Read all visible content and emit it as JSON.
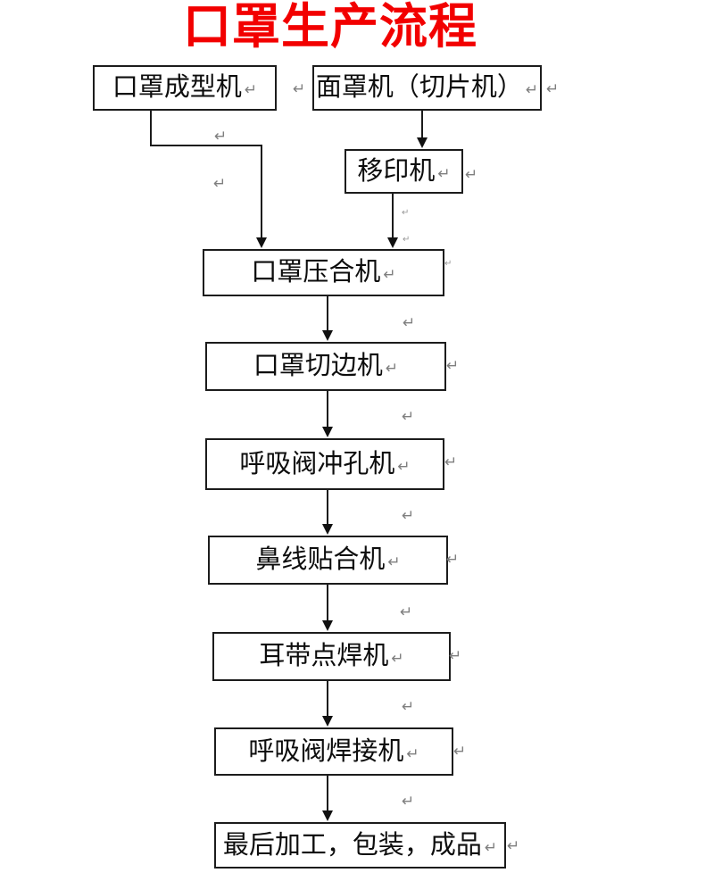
{
  "title": {
    "text": "口罩生产流程",
    "color": "#f20000"
  },
  "flowchart": {
    "nodes": [
      {
        "id": "mask-forming-machine",
        "label": "口罩成型机"
      },
      {
        "id": "face-mask-machine",
        "label": "面罩机（切片机）"
      },
      {
        "id": "pad-printing-machine",
        "label": "移印机"
      },
      {
        "id": "mask-pressing-machine",
        "label": "口罩压合机"
      },
      {
        "id": "mask-edge-cutting-machine",
        "label": "口罩切边机"
      },
      {
        "id": "breathing-valve-punching-machine",
        "label": "呼吸阀冲孔机"
      },
      {
        "id": "nose-wire-laminating-machine",
        "label": "鼻线贴合机"
      },
      {
        "id": "ear-strap-spot-welding-machine",
        "label": "耳带点焊机"
      },
      {
        "id": "breathing-valve-welding-machine",
        "label": "呼吸阀焊接机"
      },
      {
        "id": "final-processing-packaging",
        "label": "最后加工，包装，成品"
      }
    ],
    "edges": [
      {
        "from": "mask-forming-machine",
        "to": "mask-pressing-machine"
      },
      {
        "from": "face-mask-machine",
        "to": "pad-printing-machine"
      },
      {
        "from": "pad-printing-machine",
        "to": "mask-pressing-machine"
      },
      {
        "from": "mask-pressing-machine",
        "to": "mask-edge-cutting-machine"
      },
      {
        "from": "mask-edge-cutting-machine",
        "to": "breathing-valve-punching-machine"
      },
      {
        "from": "breathing-valve-punching-machine",
        "to": "nose-wire-laminating-machine"
      },
      {
        "from": "nose-wire-laminating-machine",
        "to": "ear-strap-spot-welding-machine"
      },
      {
        "from": "ear-strap-spot-welding-machine",
        "to": "breathing-valve-welding-machine"
      },
      {
        "from": "breathing-valve-welding-machine",
        "to": "final-processing-packaging"
      }
    ]
  },
  "marks": {
    "line_break_glyph": "↵"
  },
  "colors": {
    "title_red": "#f20000",
    "box_border": "#1c1c1c",
    "connector": "#1b1b1b",
    "mark_gray": "#7f7f7f",
    "background": "#ffffff"
  }
}
